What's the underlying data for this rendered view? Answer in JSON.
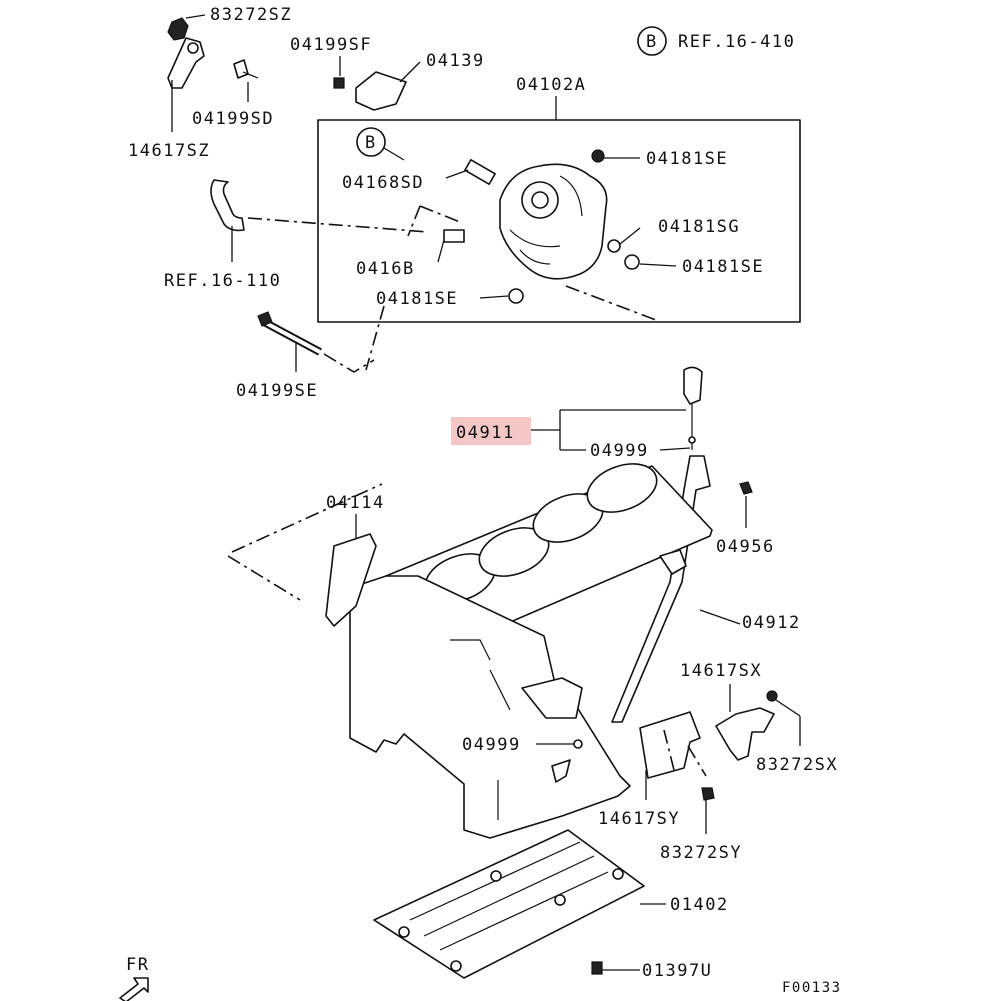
{
  "diagram": {
    "ref_top_right": "REF.16-410",
    "ref_hose": "REF.16-110",
    "figure_code": "F00133",
    "front_marker": "FR",
    "marker_b": "B"
  },
  "parts": {
    "p83272SZ": "83272SZ",
    "p04199SF": "04199SF",
    "p04139": "04139",
    "p04102A": "04102A",
    "p04199SD": "04199SD",
    "p14617SZ": "14617SZ",
    "p04168SD": "04168SD",
    "p04181SE_a": "04181SE",
    "p04181SG": "04181SG",
    "p04181SE_b": "04181SE",
    "p0416B": "0416B",
    "p04181SE_c": "04181SE",
    "p04199SE": "04199SE",
    "p04911": "04911",
    "p04999_a": "04999",
    "p04114": "04114",
    "p04956": "04956",
    "p04912": "04912",
    "p14617SX": "14617SX",
    "p83272SX": "83272SX",
    "p04999_b": "04999",
    "p14617SY": "14617SY",
    "p83272SY": "83272SY",
    "p01402": "01402",
    "p01397U": "01397U"
  },
  "highlight_color": "#f4c7c7"
}
